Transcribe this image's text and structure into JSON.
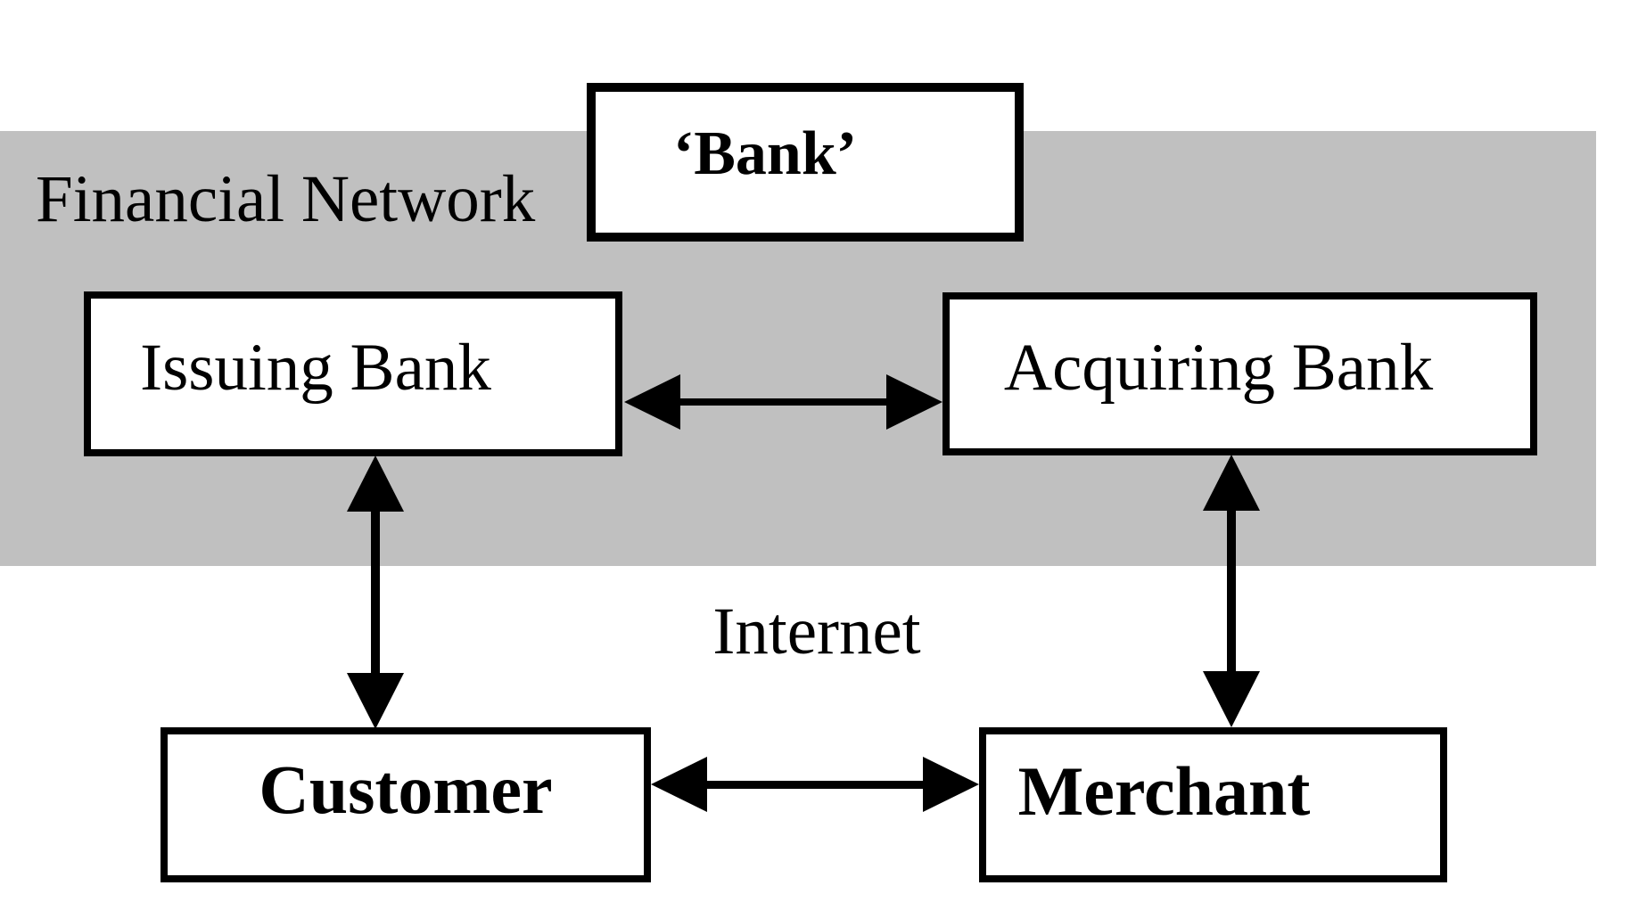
{
  "diagram": {
    "background_color": "#FFFFFF",
    "line_color": "#000000",
    "band": {
      "label": "Financial Network",
      "color": "#C0C0C0"
    },
    "region_labels": {
      "internet": "Internet"
    },
    "nodes": {
      "bank": {
        "label": "‘Bank’",
        "fill": "#FFFFFF"
      },
      "issuing": {
        "label": "Issuing Bank",
        "fill": "#FFFFFF"
      },
      "acquiring": {
        "label": "Acquiring Bank",
        "fill": "#FFFFFF"
      },
      "customer": {
        "label": "Customer",
        "fill": "#FFFFFF"
      },
      "merchant": {
        "label": "Merchant",
        "fill": "#FFFFFF"
      }
    },
    "edges": [
      {
        "from": "Issuing Bank",
        "to": "Acquiring Bank",
        "bidirectional": true,
        "zone": "Financial Network"
      },
      {
        "from": "Issuing Bank",
        "to": "Customer",
        "bidirectional": true,
        "zone": "spans band boundary"
      },
      {
        "from": "Acquiring Bank",
        "to": "Merchant",
        "bidirectional": true,
        "zone": "spans band boundary"
      },
      {
        "from": "Customer",
        "to": "Merchant",
        "bidirectional": true,
        "zone": "Internet"
      }
    ]
  }
}
